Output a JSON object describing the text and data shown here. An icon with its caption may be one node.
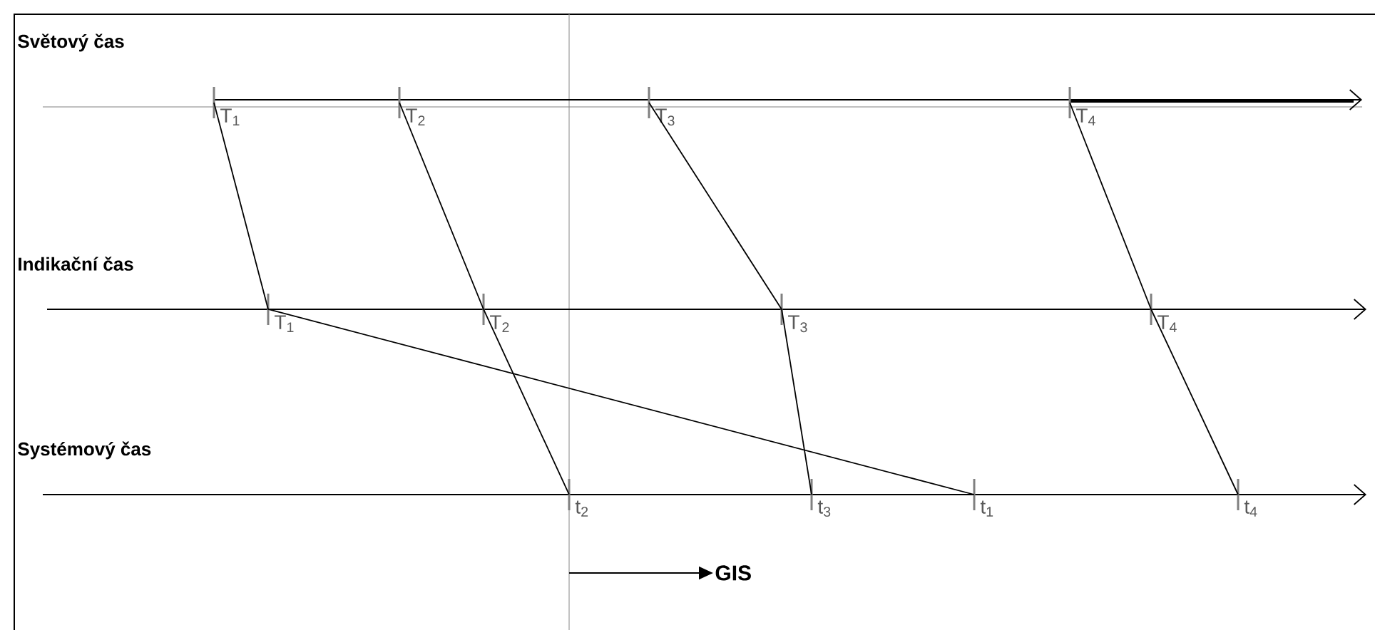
{
  "diagram": {
    "nodes": [
      {
        "text": [],
        "shape": "bar",
        "beside": [
          "T$_{1}$"
        ]
      },
      {
        "text": [],
        "shape": "bar",
        "beside": [
          "T$_{2}$"
        ]
      },
      {
        "text": [],
        "shape": "bar",
        "beside": [
          "T$_{3}$"
        ]
      },
      {
        "text": [],
        "shape": "bar",
        "beside": [
          "T$_{4}$"
        ]
      },
      {
        "text": [],
        "shape": "bar",
        "beside": [
          "T$_{1}$"
        ]
      },
      {
        "text": [],
        "shape": "bar",
        "beside": [
          "T$_{2}$"
        ]
      },
      {
        "text": [],
        "shape": "bar",
        "beside": [
          "T$_{3}$"
        ]
      },
      {
        "text": [],
        "shape": "bar",
        "beside": [
          "T$_{4}$"
        ]
      },
      {
        "text": [],
        "shape": "bar",
        "beside": [
          "t$_{2}$"
        ]
      },
      {
        "text": [],
        "shape": "bar",
        "beside": [
          "t$_{3}$"
        ]
      },
      {
        "text": [],
        "shape": "bar",
        "beside": [
          "t$_{1}$"
        ]
      },
      {
        "text": [],
        "shape": "bar",
        "beside": [
          "t$_{4}$"
        ]
      },
      {
        "text": [
          "GIS"
        ]
      }
    ],
    "edges": [
      {
        "from": 0,
        "to": 4,
        "arrow": "none"
      },
      {
        "from": 1,
        "to": 5,
        "arrow": "none"
      },
      {
        "from": 2,
        "to": 6,
        "arrow": "none"
      },
      {
        "from": 3,
        "to": 7,
        "arrow": "none"
      },
      {
        "from": 4,
        "to": 10,
        "arrow": "none"
      },
      {
        "from": 5,
        "to": 8,
        "arrow": "none"
      },
      {
        "from": 6,
        "to": 9,
        "arrow": "none"
      },
      {
        "from": 7,
        "to": 11,
        "arrow": "none"
      },
      {
        "from": null,
        "to": 12,
        "arrow": "to"
      }
    ],
    "labels": [
      "Světový čas",
      "Indikační čas",
      "Systémový čas"
    ]
  }
}
